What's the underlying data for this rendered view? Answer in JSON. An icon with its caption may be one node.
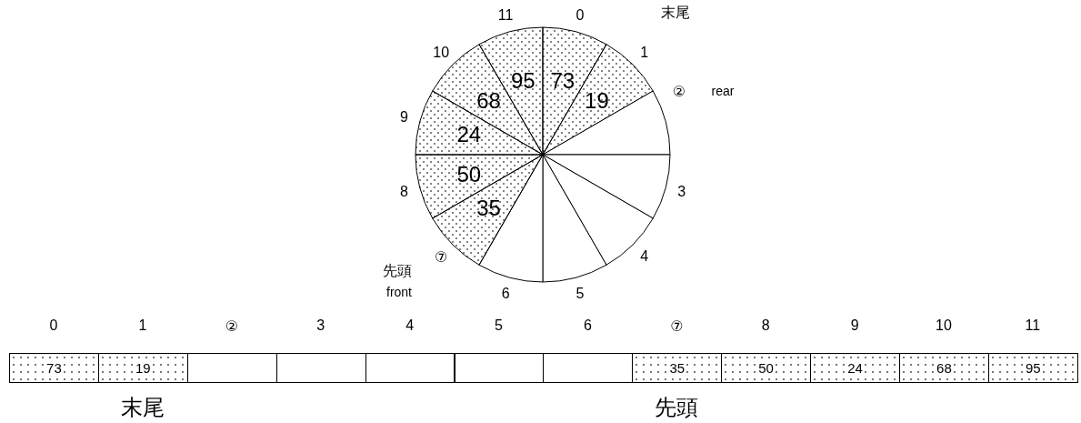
{
  "diagram": {
    "nodes": [
      {
        "text": [
          "73"
        ]
      },
      {
        "text": [
          "19"
        ]
      },
      {
        "text": [],
        "shape": "sector"
      },
      {
        "text": [],
        "shape": "sector"
      },
      {
        "text": [],
        "shape": "sector"
      },
      {
        "text": [],
        "shape": "sector"
      },
      {
        "text": [],
        "shape": "sector"
      },
      {
        "text": [
          "35"
        ]
      },
      {
        "text": [
          "50"
        ]
      },
      {
        "text": [
          "24"
        ]
      },
      {
        "text": [
          "68"
        ]
      },
      {
        "text": [
          "95"
        ]
      },
      {
        "text": [
          "73"
        ]
      },
      {
        "text": [
          "19"
        ]
      },
      {
        "text": [],
        "shape": "box"
      },
      {
        "text": [],
        "shape": "box"
      },
      {
        "text": [],
        "shape": "box"
      },
      {
        "text": [],
        "shape": "box"
      },
      {
        "text": [],
        "shape": "box"
      },
      {
        "text": [
          "35"
        ]
      },
      {
        "text": [
          "50"
        ]
      },
      {
        "text": [
          "24"
        ]
      },
      {
        "text": [
          "68"
        ]
      },
      {
        "text": [
          "95"
        ]
      }
    ],
    "edges": [],
    "labels": [
      "11",
      "0",
      "末尾",
      "10",
      "1",
      "②",
      "rear",
      "9",
      "8",
      "3",
      "⑦",
      "4",
      "先頭",
      "front",
      "6",
      "5",
      "0",
      "1",
      "②",
      "3",
      "4",
      "5",
      "6",
      "⑦",
      "8",
      "9",
      "10",
      "11",
      "末尾",
      "先頭"
    ]
  }
}
